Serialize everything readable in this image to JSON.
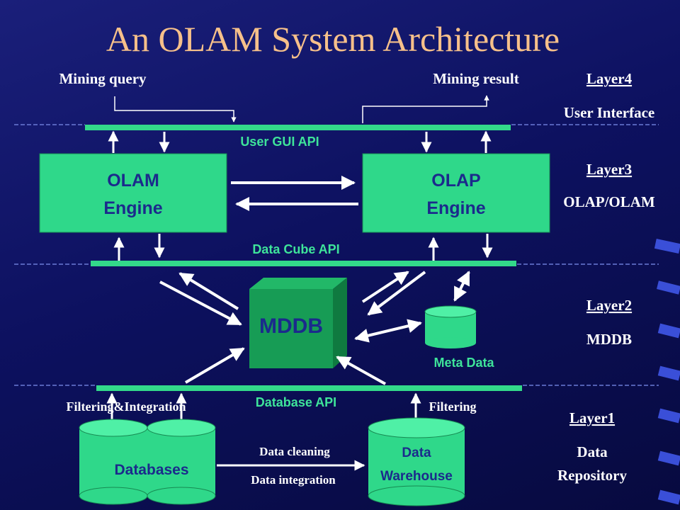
{
  "title": "An OLAM System Architecture",
  "top": {
    "mining_query": "Mining query",
    "mining_result": "Mining result"
  },
  "layers": [
    {
      "name": "Layer4",
      "desc": "User Interface"
    },
    {
      "name": "Layer3",
      "desc": "OLAP/OLAM"
    },
    {
      "name": "Layer2",
      "desc": "MDDB"
    },
    {
      "name": "Layer1",
      "desc_line1": "Data",
      "desc_line2": "Repository"
    }
  ],
  "apis": {
    "user_gui": "User GUI API",
    "data_cube": "Data Cube API",
    "database": "Database API"
  },
  "engines": {
    "olam_line1": "OLAM",
    "olam_line2": "Engine",
    "olap_line1": "OLAP",
    "olap_line2": "Engine"
  },
  "mddb": "MDDB",
  "meta_data": "Meta Data",
  "labels": {
    "filtering_integration": "Filtering&Integration",
    "filtering": "Filtering",
    "data_cleaning": "Data cleaning",
    "data_integration": "Data integration"
  },
  "databases": "Databases",
  "warehouse_line1": "Data",
  "warehouse_line2": "Warehouse",
  "colors": {
    "background": "#0d1160",
    "green": "#33d98a",
    "box_fill": "#2fd88a",
    "mddb_fill": "#179c55",
    "title": "#f6c08a",
    "white": "#ffffff"
  }
}
